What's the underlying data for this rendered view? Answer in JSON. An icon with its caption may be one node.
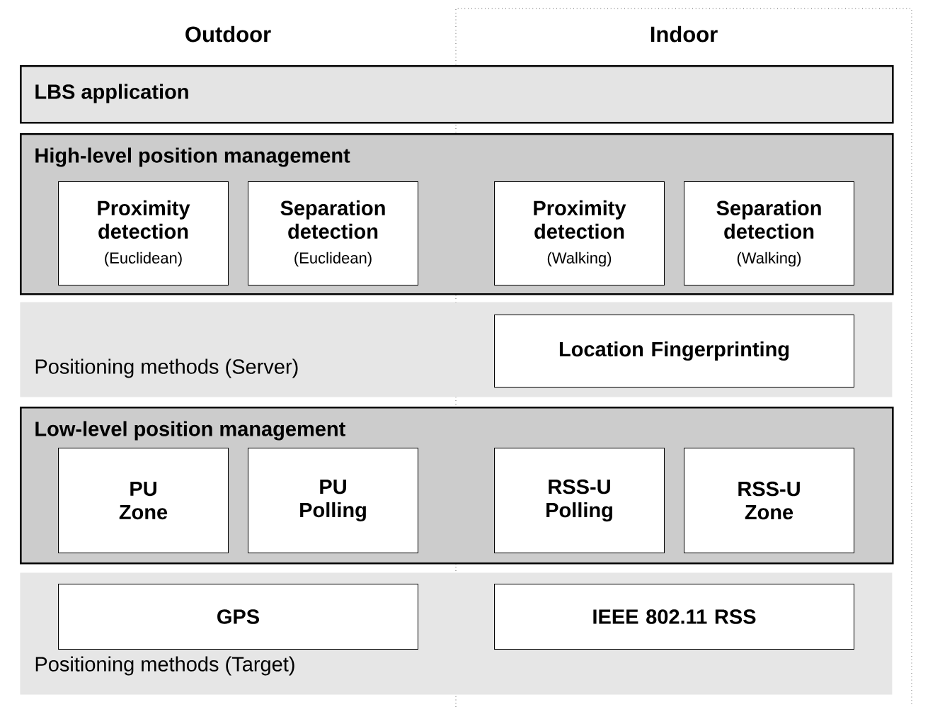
{
  "diagram": {
    "nodes": [
      {
        "text": [
          "LBS application"
        ]
      },
      {
        "text": [
          "High-level position management"
        ]
      },
      {
        "text": [
          "Proximity detection",
          "(Euclidean)"
        ],
        "in": 1
      },
      {
        "text": [
          "Separation detection",
          "(Euclidean)"
        ],
        "in": 1
      },
      {
        "text": [
          "Proximity detection",
          "(Walking)"
        ],
        "in": 1
      },
      {
        "text": [
          "Separation detection",
          "(Walking)"
        ],
        "in": 1
      },
      {
        "text": [
          "Positioning methods (Server)"
        ]
      },
      {
        "text": [
          "Location Fingerprinting"
        ],
        "in": 6
      },
      {
        "text": [
          "Low-level position management"
        ]
      },
      {
        "text": [
          "PU Zone"
        ],
        "in": 8
      },
      {
        "text": [
          "PU Polling"
        ],
        "in": 8
      },
      {
        "text": [
          "RSS-U Polling"
        ],
        "in": 8
      },
      {
        "text": [
          "RSS-U Zone"
        ],
        "in": 8
      },
      {
        "text": [
          "Positioning methods (Target)"
        ]
      },
      {
        "text": [
          "GPS"
        ],
        "in": 13
      },
      {
        "text": [
          "IEEE 802.11 RSS"
        ],
        "in": 13
      }
    ],
    "labels": [
      "Outdoor",
      "Indoor"
    ]
  }
}
